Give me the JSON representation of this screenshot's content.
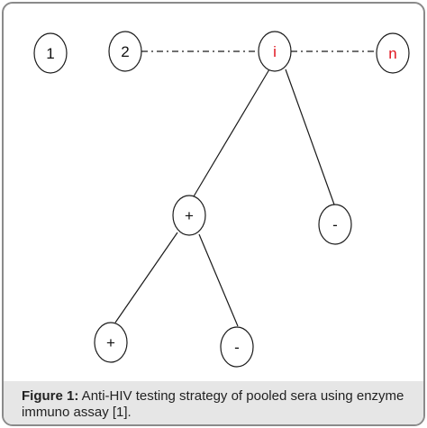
{
  "diagram": {
    "nodes": {
      "node_1": "1",
      "node_2": "2",
      "node_i": "i",
      "node_n": "n",
      "node_plus_level1": "+",
      "node_minus_level1": "-",
      "node_plus_level2": "+",
      "node_minus_level2": "-"
    },
    "colors": {
      "highlight_text": "#e0141e",
      "default_text": "#111111",
      "stroke": "#1a1a1a",
      "caption_background": "#e6e6e6",
      "frame_border": "#8a8a8a"
    }
  },
  "caption": {
    "label": "Figure 1:",
    "text": " Anti-HIV testing strategy of pooled sera using enzyme immuno assay [1]."
  }
}
